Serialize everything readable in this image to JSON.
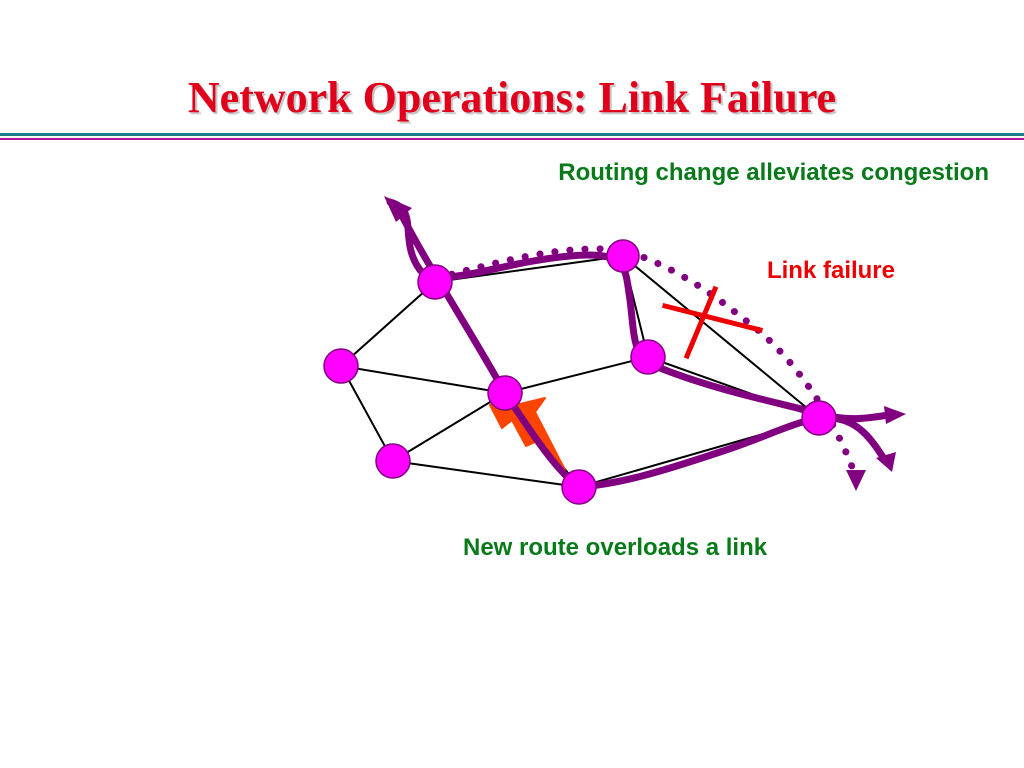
{
  "slide": {
    "title": "Network Operations: Link Failure",
    "annotation_top": "Routing change alleviates congestion",
    "annotation_failure": "Link failure",
    "annotation_bottom": "New route overloads a link"
  },
  "colors": {
    "title": "#e0001b",
    "rule_teal": "#1a7e86",
    "rule_magenta": "#b41496",
    "node_fill": "#ff00ff",
    "route": "#800080",
    "failure_x": "#ee0000",
    "overload_bolt": "#ff4400",
    "annotation_green": "#087a1a"
  }
}
